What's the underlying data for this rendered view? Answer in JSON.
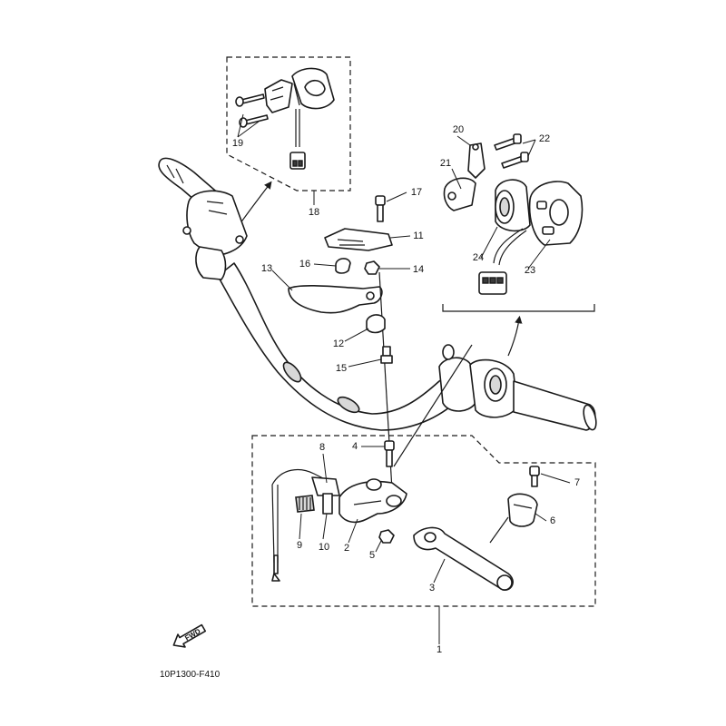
{
  "diagram": {
    "drawing_code": "10P1300-F410",
    "direction_label": "FWD",
    "callouts": [
      "1",
      "2",
      "3",
      "4",
      "5",
      "6",
      "7",
      "8",
      "9",
      "10",
      "11",
      "12",
      "13",
      "14",
      "15",
      "16",
      "17",
      "18",
      "19",
      "20",
      "21",
      "22",
      "23",
      "24"
    ]
  }
}
